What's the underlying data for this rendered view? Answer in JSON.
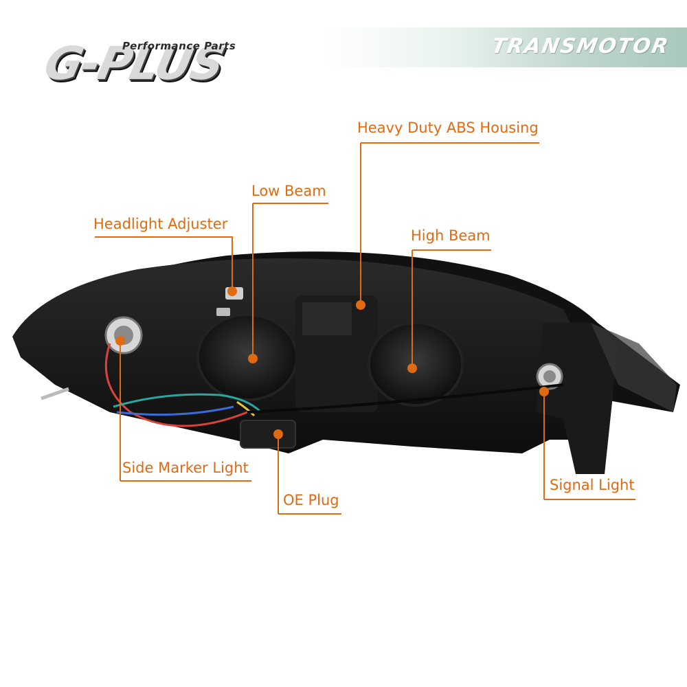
{
  "brand": {
    "logo_text": "G-PLUS",
    "tagline": "Performance Parts",
    "banner_text": "TRANSMOTOR"
  },
  "colors": {
    "accent": "#e06a12",
    "housing": "#151515",
    "banner": "#a9c8bb"
  },
  "callouts": {
    "heavy_duty_abs_housing": "Heavy Duty ABS Housing",
    "low_beam": "Low Beam",
    "headlight_adjuster": "Headlight Adjuster",
    "high_beam": "High Beam",
    "side_marker_light": "Side Marker Light",
    "oe_plug": "OE Plug",
    "signal_light": "Signal Light"
  }
}
